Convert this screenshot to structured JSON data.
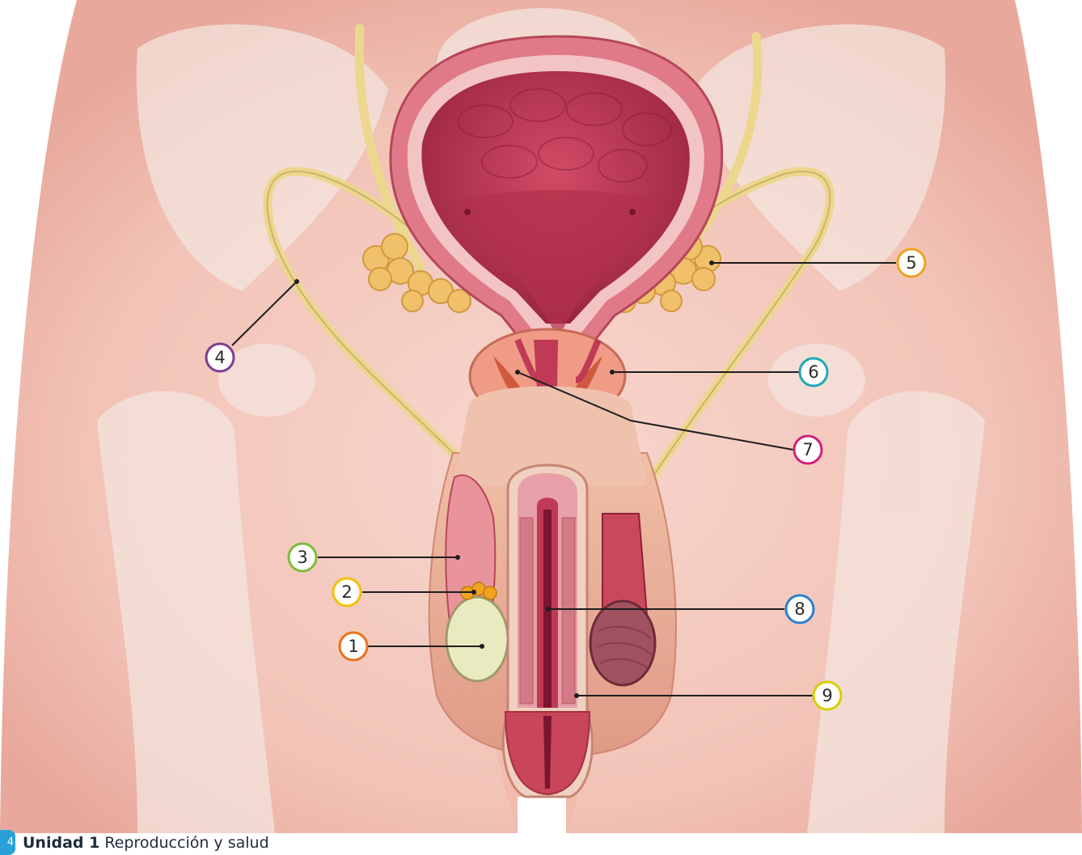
{
  "diagram": {
    "callouts": [
      {
        "label": "1",
        "color": "#e8721c"
      },
      {
        "label": "2",
        "color": "#f2c200"
      },
      {
        "label": "3",
        "color": "#7dbb3c"
      },
      {
        "label": "4",
        "color": "#7c3d91"
      },
      {
        "label": "5",
        "color": "#f0a21e"
      },
      {
        "label": "6",
        "color": "#1eaab0"
      },
      {
        "label": "7",
        "color": "#d0207a"
      },
      {
        "label": "8",
        "color": "#2a7fd0"
      },
      {
        "label": "9",
        "color": "#d4d000"
      }
    ],
    "colors": {
      "skin": "#f3c9bf",
      "bone": "#efe3dc",
      "bladder": "#c03a55",
      "tube": "#ecd78e",
      "gland": "#f0c06a"
    }
  },
  "footer": {
    "page_tab": "4",
    "unit": "Unidad 1",
    "title": "Reproducción y salud"
  }
}
